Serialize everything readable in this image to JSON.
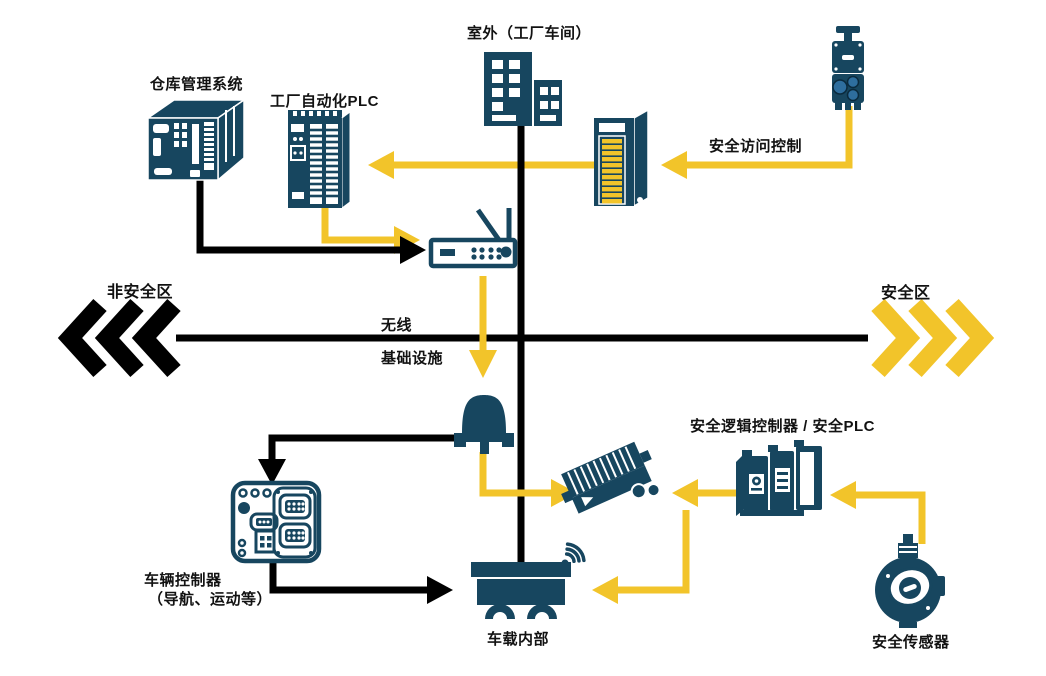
{
  "colors": {
    "navy": "#17465F",
    "yellow": "#F2C42A",
    "black": "#000000",
    "background": "#FFFFFF",
    "accent_blue": "#2E6E9E"
  },
  "labels": {
    "outdoor": "室外（工厂车间）",
    "wms": "仓库管理系统",
    "factory_plc": "工厂自动化PLC",
    "safety_access": "安全访问控制",
    "non_safe_zone": "非安全区",
    "safe_zone": "安全区",
    "wireless_line1": "无线",
    "wireless_line2": "基础设施",
    "safety_logic_plc": "安全逻辑控制器 / 安全PLC",
    "vehicle_controller_line1": "车辆控制器",
    "vehicle_controller_line2": "（导航、运动等）",
    "onboard": "车载内部",
    "safety_sensor": "安全传感器"
  },
  "nodes": [
    {
      "id": "factory-building",
      "label": "室外（工厂车间）"
    },
    {
      "id": "warehouse-management-system",
      "label": "仓库管理系统"
    },
    {
      "id": "factory-automation-plc",
      "label": "工厂自动化PLC"
    },
    {
      "id": "network-gateway-module",
      "label": ""
    },
    {
      "id": "safety-access-device",
      "label": "安全访问控制"
    },
    {
      "id": "wireless-router",
      "label": "无线 基础设施"
    },
    {
      "id": "wireless-access-point",
      "label": ""
    },
    {
      "id": "vehicle-controller",
      "label": "车辆控制器（导航、运动等）"
    },
    {
      "id": "onboard-control-unit",
      "label": ""
    },
    {
      "id": "safety-logic-controller",
      "label": "安全逻辑控制器 / 安全PLC"
    },
    {
      "id": "safety-sensor",
      "label": "安全传感器"
    },
    {
      "id": "agv-vehicle",
      "label": "车载内部"
    }
  ],
  "edges": [
    {
      "from": "safety-access-device",
      "to": "network-gateway-module",
      "color": "yellow"
    },
    {
      "from": "network-gateway-module",
      "to": "factory-automation-plc",
      "color": "yellow"
    },
    {
      "from": "warehouse-management-system",
      "to": "wireless-router",
      "color": "black"
    },
    {
      "from": "factory-automation-plc",
      "to": "wireless-router",
      "color": "yellow"
    },
    {
      "from": "wireless-router",
      "to": "wireless-access-point",
      "color": "yellow"
    },
    {
      "from": "wireless-access-point",
      "to": "vehicle-controller",
      "color": "black"
    },
    {
      "from": "wireless-access-point",
      "to": "onboard-control-unit",
      "color": "yellow"
    },
    {
      "from": "safety-logic-controller",
      "to": "onboard-control-unit",
      "color": "yellow"
    },
    {
      "from": "safety-sensor",
      "to": "safety-logic-controller",
      "color": "yellow"
    },
    {
      "from": "onboard-control-unit",
      "to": "agv-vehicle",
      "color": "yellow"
    },
    {
      "from": "vehicle-controller",
      "to": "agv-vehicle",
      "color": "black"
    },
    {
      "from": "factory-building",
      "to": "agv-vehicle",
      "color": "black"
    }
  ],
  "zones": {
    "left": {
      "label": "非安全区",
      "chevron_color": "#000000",
      "direction": "left"
    },
    "right": {
      "label": "安全区",
      "chevron_color": "#F2C42A",
      "direction": "right"
    }
  }
}
